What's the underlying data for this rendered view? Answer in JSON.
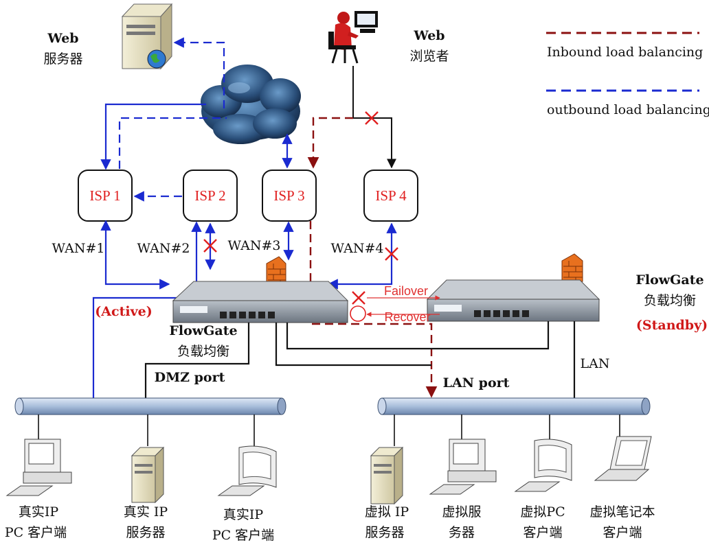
{
  "web_server": {
    "title": "Web",
    "subtitle": "服务器"
  },
  "web_browser": {
    "title": "Web",
    "subtitle": "浏览者"
  },
  "legend": {
    "inbound": "Inbound load balancing",
    "outbound": "outbound load balancing",
    "inbound_color": "#8b1010",
    "outbound_color": "#1a2ad0"
  },
  "isps": [
    {
      "label": "ISP 1"
    },
    {
      "label": "ISP 2"
    },
    {
      "label": "ISP 3"
    },
    {
      "label": "ISP 4"
    }
  ],
  "wan": [
    "WAN#1",
    "WAN#2",
    "WAN#3",
    "WAN#4"
  ],
  "active_device": {
    "status": "(Active)",
    "name": "FlowGate",
    "desc": "负载均衡"
  },
  "standby_device": {
    "name": "FlowGate",
    "desc": "负载均衡",
    "status": "(Standby)"
  },
  "failover": "Failover",
  "recover": "Recover",
  "dmz_port": "DMZ port",
  "lan_port": "LAN port",
  "lan": "LAN",
  "left_hosts": [
    {
      "line1": "真实IP",
      "line2": "PC 客户端"
    },
    {
      "line1": "真实 IP",
      "line2": "服务器"
    },
    {
      "line1": "真实IP",
      "line2": "PC 客户端"
    }
  ],
  "right_hosts": [
    {
      "line1": "虚拟 IP",
      "line2": "服务器"
    },
    {
      "line1": "虚拟服",
      "line2": "务器"
    },
    {
      "line1": "虚拟PC",
      "line2": "客户端"
    },
    {
      "line1": "虚拟笔记本",
      "line2": "客户端"
    }
  ],
  "colors": {
    "isp_text": "#e02020",
    "red_mark": "#e02020",
    "blue_line": "#1a2ad0"
  }
}
